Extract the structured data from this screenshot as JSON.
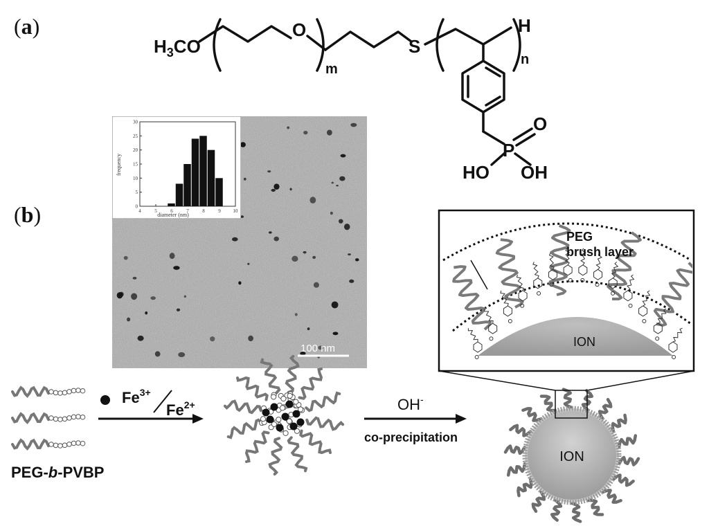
{
  "panel_a": {
    "label_open": "(",
    "label_letter": "a",
    "label_close": ")",
    "formula": {
      "end_group": "H3CO",
      "end_group_main": "H",
      "end_group_sub": "3",
      "end_group_tail": "CO",
      "oxygen": "O",
      "sulfur": "S",
      "subscript_m": "m",
      "subscript_n": "n",
      "hydrogen_end": "H",
      "phosphorus": "P",
      "double_bond_oxygen": "O",
      "hydroxyl_left": "HO",
      "hydroxyl_right": "OH"
    }
  },
  "panel_b": {
    "label_open": "(",
    "label_letter": "b",
    "label_close": ")",
    "tem_image": {
      "scale_bar_label": "100 nm"
    },
    "inset_histogram": {
      "ylabel": "frequency",
      "xlabel": "diameter (nm)",
      "x_ticks": [
        "4",
        "5",
        "6",
        "7",
        "8",
        "9",
        "10"
      ],
      "y_ticks": [
        "0",
        "5",
        "10",
        "15",
        "20",
        "25",
        "30"
      ]
    },
    "scheme": {
      "polymer_label": "PEG-b-PVBP",
      "polymer_label_pre": "PEG-",
      "polymer_label_italic": "b",
      "polymer_label_post": "-PVBP",
      "ion_fe3": "Fe",
      "ion_fe3_charge": "3+",
      "ion_fe2": "Fe",
      "ion_fe2_charge": "2+",
      "hydroxide": "OH",
      "hydroxide_charge": "-",
      "step_label": "co-precipitation",
      "particle_label": "ION",
      "zoom_particle_label": "ION",
      "brush_label_line1": "PEG",
      "brush_label_line2": "brush layer"
    }
  },
  "chart_data": {
    "type": "bar",
    "categories": [
      "6",
      "6.5",
      "7",
      "7.5",
      "8",
      "8.5",
      "9"
    ],
    "values": [
      1,
      8,
      15,
      24,
      25,
      20,
      10
    ],
    "extra_values_note": "",
    "xlabel": "diameter (nm)",
    "ylabel": "frequency",
    "xlim": [
      4,
      10
    ],
    "ylim": [
      0,
      30
    ]
  }
}
